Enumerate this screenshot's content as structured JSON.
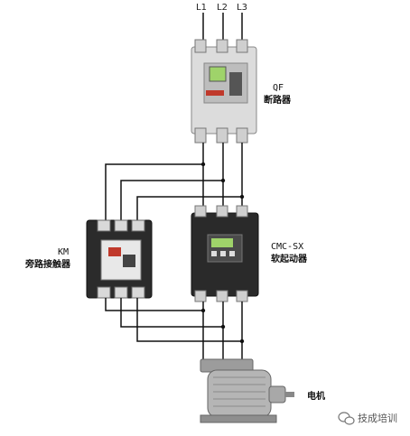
{
  "terminals": [
    "L1",
    "L2",
    "L3"
  ],
  "breaker": {
    "code": "QF",
    "name": "断路器"
  },
  "soft_starter": {
    "code": "CMC-SX",
    "name": "软起动器"
  },
  "contactor": {
    "code": "KM",
    "name": "旁路接触器"
  },
  "motor": {
    "name": "电机"
  },
  "watermark": {
    "text": "技成培训",
    "icon": "wechat-icon"
  },
  "colors": {
    "wire": "#111111",
    "breaker_body": "#dcdcdc",
    "starter_body": "#2a2a2a",
    "accent_red": "#c0392b",
    "display_green": "#9fd36a"
  }
}
